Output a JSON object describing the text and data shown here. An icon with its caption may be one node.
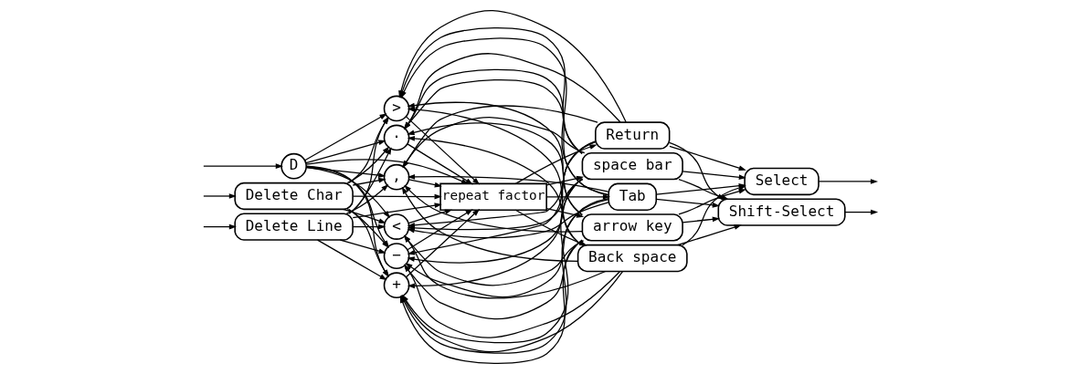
{
  "diagram": {
    "nodes": [
      {
        "text": [
          "D"
        ]
      },
      {
        "text": [
          "Delete Char"
        ]
      },
      {
        "text": [
          "Delete Line"
        ]
      },
      {
        "text": [
          ">"
        ]
      },
      {
        "text": [
          "·"
        ]
      },
      {
        "text": [
          "+"
        ]
      },
      {
        "text": [
          "<"
        ]
      },
      {
        "text": [
          ","
        ]
      },
      {
        "text": [
          "−"
        ]
      },
      {
        "text": [
          "repeat factor"
        ]
      },
      {
        "text": [
          "Return"
        ]
      },
      {
        "text": [
          "arrow key"
        ]
      },
      {
        "text": [
          "Tab"
        ]
      },
      {
        "text": [
          "space bar"
        ]
      },
      {
        "text": [
          "Back space"
        ]
      },
      {
        "text": [
          "Select"
        ]
      },
      {
        "text": [
          "Shift-Select"
        ]
      }
    ],
    "edges": [
      {
        "from": null,
        "to": 0,
        "arrow": "to"
      },
      {
        "from": null,
        "to": 1,
        "arrow": "to"
      },
      {
        "from": null,
        "to": 2,
        "arrow": "to"
      },
      {
        "from": 0,
        "to": 3,
        "arrow": "to"
      },
      {
        "from": 0,
        "to": 4,
        "arrow": "to"
      },
      {
        "from": 0,
        "to": 5,
        "arrow": "to"
      },
      {
        "from": 0,
        "to": 6,
        "arrow": "to"
      },
      {
        "from": 0,
        "to": 7,
        "arrow": "to"
      },
      {
        "from": 0,
        "to": 8,
        "arrow": "to"
      },
      {
        "from": 1,
        "to": 3,
        "arrow": "to"
      },
      {
        "from": 1,
        "to": 4,
        "arrow": "to"
      },
      {
        "from": 1,
        "to": 5,
        "arrow": "to"
      },
      {
        "from": 1,
        "to": 6,
        "arrow": "to"
      },
      {
        "from": 1,
        "to": 7,
        "arrow": "to"
      },
      {
        "from": 1,
        "to": 8,
        "arrow": "to"
      },
      {
        "from": 2,
        "to": 3,
        "arrow": "to"
      },
      {
        "from": 2,
        "to": 4,
        "arrow": "to"
      },
      {
        "from": 2,
        "to": 5,
        "arrow": "to"
      },
      {
        "from": 2,
        "to": 6,
        "arrow": "to"
      },
      {
        "from": 2,
        "to": 7,
        "arrow": "to"
      },
      {
        "from": 2,
        "to": 8,
        "arrow": "to"
      },
      {
        "from": 0,
        "to": 9,
        "arrow": "to"
      },
      {
        "from": 1,
        "to": 9,
        "arrow": "to"
      },
      {
        "from": 2,
        "to": 9,
        "arrow": "to"
      },
      {
        "from": 3,
        "to": 9,
        "arrow": "to"
      },
      {
        "from": 4,
        "to": 9,
        "arrow": "to"
      },
      {
        "from": 5,
        "to": 9,
        "arrow": "to"
      },
      {
        "from": 6,
        "to": 9,
        "arrow": "to"
      },
      {
        "from": 7,
        "to": 9,
        "arrow": "to"
      },
      {
        "from": 8,
        "to": 9,
        "arrow": "to"
      },
      {
        "from": 9,
        "to": 10,
        "arrow": "to"
      },
      {
        "from": 9,
        "to": 11,
        "arrow": "to"
      },
      {
        "from": 9,
        "to": 12,
        "arrow": "to"
      },
      {
        "from": 9,
        "to": 13,
        "arrow": "to"
      },
      {
        "from": 9,
        "to": 14,
        "arrow": "to"
      },
      {
        "from": 10,
        "to": 15,
        "arrow": "to"
      },
      {
        "from": 11,
        "to": 15,
        "arrow": "to"
      },
      {
        "from": 12,
        "to": 15,
        "arrow": "to"
      },
      {
        "from": 13,
        "to": 15,
        "arrow": "to"
      },
      {
        "from": 14,
        "to": 15,
        "arrow": "to"
      },
      {
        "from": 10,
        "to": 16,
        "arrow": "to"
      },
      {
        "from": 11,
        "to": 16,
        "arrow": "to"
      },
      {
        "from": 12,
        "to": 16,
        "arrow": "to"
      },
      {
        "from": 13,
        "to": 16,
        "arrow": "to"
      },
      {
        "from": 14,
        "to": 16,
        "arrow": "to"
      },
      {
        "from": 10,
        "to": 3,
        "arrow": "to"
      },
      {
        "from": 10,
        "to": 4,
        "arrow": "to"
      },
      {
        "from": 10,
        "to": 5,
        "arrow": "to"
      },
      {
        "from": 10,
        "to": 6,
        "arrow": "to"
      },
      {
        "from": 10,
        "to": 7,
        "arrow": "to"
      },
      {
        "from": 10,
        "to": 8,
        "arrow": "to"
      },
      {
        "from": 11,
        "to": 3,
        "arrow": "to"
      },
      {
        "from": 11,
        "to": 4,
        "arrow": "to"
      },
      {
        "from": 11,
        "to": 5,
        "arrow": "to"
      },
      {
        "from": 11,
        "to": 6,
        "arrow": "to"
      },
      {
        "from": 11,
        "to": 7,
        "arrow": "to"
      },
      {
        "from": 11,
        "to": 8,
        "arrow": "to"
      },
      {
        "from": 12,
        "to": 3,
        "arrow": "to"
      },
      {
        "from": 12,
        "to": 4,
        "arrow": "to"
      },
      {
        "from": 12,
        "to": 5,
        "arrow": "to"
      },
      {
        "from": 12,
        "to": 6,
        "arrow": "to"
      },
      {
        "from": 12,
        "to": 7,
        "arrow": "to"
      },
      {
        "from": 12,
        "to": 8,
        "arrow": "to"
      },
      {
        "from": 13,
        "to": 3,
        "arrow": "to"
      },
      {
        "from": 13,
        "to": 4,
        "arrow": "to"
      },
      {
        "from": 13,
        "to": 5,
        "arrow": "to"
      },
      {
        "from": 13,
        "to": 6,
        "arrow": "to"
      },
      {
        "from": 13,
        "to": 7,
        "arrow": "to"
      },
      {
        "from": 13,
        "to": 8,
        "arrow": "to"
      },
      {
        "from": 14,
        "to": 3,
        "arrow": "to"
      },
      {
        "from": 14,
        "to": 4,
        "arrow": "to"
      },
      {
        "from": 14,
        "to": 5,
        "arrow": "to"
      },
      {
        "from": 14,
        "to": 6,
        "arrow": "to"
      },
      {
        "from": 14,
        "to": 7,
        "arrow": "to"
      },
      {
        "from": 14,
        "to": 8,
        "arrow": "to"
      },
      {
        "from": 15,
        "to": null,
        "arrow": "to"
      },
      {
        "from": 16,
        "to": null,
        "arrow": "to"
      }
    ]
  }
}
